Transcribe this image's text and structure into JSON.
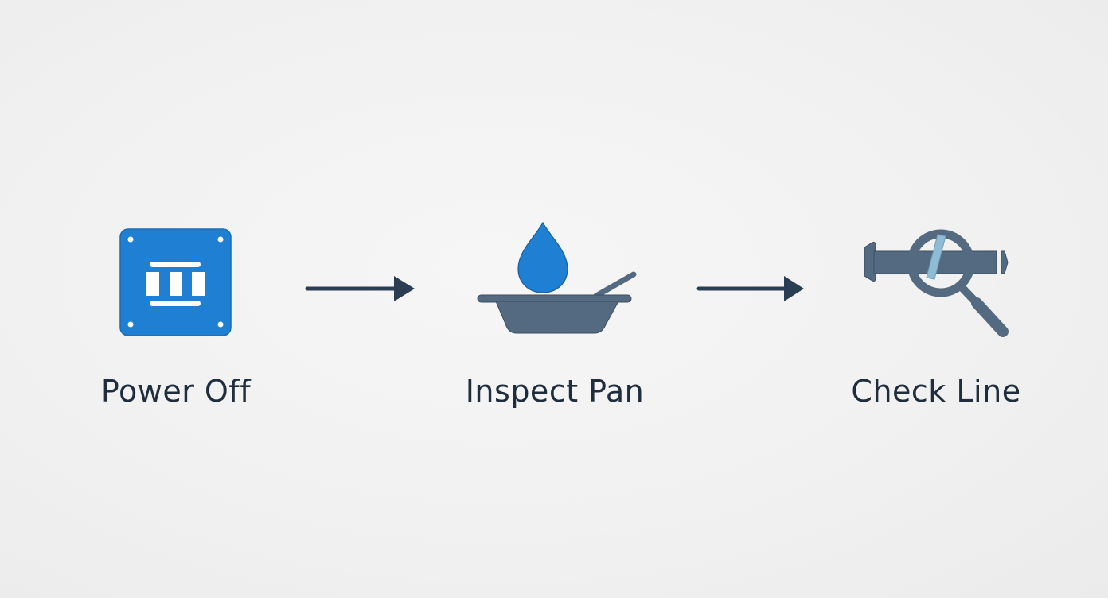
{
  "diagram": {
    "type": "process-flow",
    "colors": {
      "primary_blue": "#1f7fd2",
      "slate": "#546a80",
      "arrow": "#2b3d52",
      "text": "#1f2d3d",
      "highlight": "#8fbcd4"
    },
    "steps": [
      {
        "label": "Power Off",
        "icon": "power-switch-icon"
      },
      {
        "label": "Inspect Pan",
        "icon": "drain-pan-water-drop-icon"
      },
      {
        "label": "Check Line",
        "icon": "pipe-magnifier-icon"
      }
    ],
    "connectors": [
      {
        "from": "Power Off",
        "to": "Inspect Pan",
        "icon": "arrow-right-icon"
      },
      {
        "from": "Inspect Pan",
        "to": "Check Line",
        "icon": "arrow-right-icon"
      }
    ]
  }
}
